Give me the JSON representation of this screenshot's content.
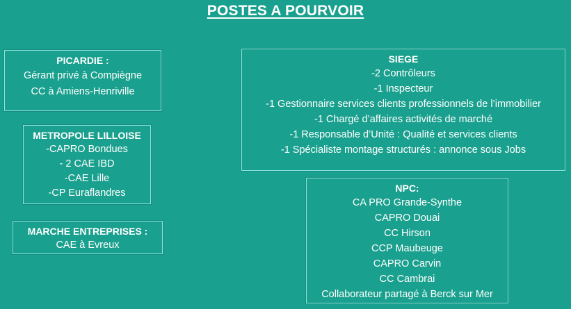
{
  "slide": {
    "title": "POSTES A POURVOIR",
    "background_color": "#1aa08e",
    "border_color": "#8fe3dc",
    "text_color": "#ffffff"
  },
  "boxes": {
    "picardie": {
      "header": "PICARDIE :",
      "lines": [
        "Gérant privé à Compiègne",
        "CC à Amiens-Henriville"
      ]
    },
    "metropole": {
      "header": "METROPOLE LILLOISE",
      "lines": [
        "-CAPRO Bondues",
        "- 2 CAE IBD",
        "-CAE Lille",
        "-CP Euraflandres"
      ]
    },
    "marche": {
      "header": "MARCHE ENTREPRISES :",
      "lines": [
        "CAE à Evreux"
      ]
    },
    "siege": {
      "header": "SIEGE",
      "lines": [
        "-2 Contrôleurs",
        "-1 Inspecteur",
        "-1 Gestionnaire services clients professionnels de l’immobilier",
        "-1 Chargé d’affaires activités de marché",
        "-1 Responsable d’Unité : Qualité et services clients",
        "-1 Spécialiste montage structurés : annonce sous Jobs"
      ]
    },
    "npc": {
      "header": "NPC:",
      "lines": [
        "CA PRO Grande-Synthe",
        "CAPRO Douai",
        "CC Hirson",
        "CCP Maubeuge",
        "CAPRO Carvin",
        "CC Cambrai",
        "Collaborateur partagé à Berck sur Mer"
      ]
    }
  }
}
